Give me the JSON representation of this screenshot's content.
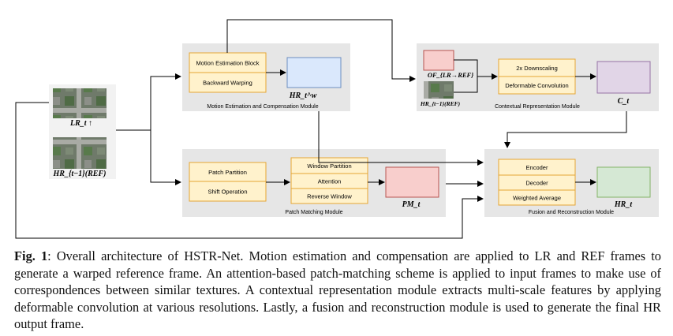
{
  "inputs": {
    "lr_label": "LR_t ↑",
    "hr_ref_label": "HR_{t−1}(REF)"
  },
  "motion_module": {
    "title": "Motion Estimation and Compensation Module",
    "box1": "Motion Estimation Block",
    "box2": "Backward Warping",
    "output": "HR_t^w"
  },
  "context_module": {
    "title": "Contextual Representation Module",
    "of_label": "OF_{LR→REF}",
    "hr_ref_label": "HR_{t−1}(REF)",
    "box1": "2x Downscaling",
    "box2": "Deformable Convolution",
    "output": "C_t"
  },
  "patch_module": {
    "title": "Patch Matching Module",
    "box1": "Patch Partition",
    "box2": "Shift Operation",
    "box3": "Window Partition",
    "box4": "Attention",
    "box5": "Reverse Window",
    "output": "PM_t"
  },
  "fusion_module": {
    "title": "Fusion and Reconstruction Module",
    "box1": "Encoder",
    "box2": "Decoder",
    "box3": "Weighted Average",
    "output": "HR_t"
  },
  "caption": {
    "prefix": "Fig. 1",
    "text": ": Overall architecture of HSTR-Net. Motion estimation and compensation are applied to LR and REF frames to generate a warped reference frame. An attention-based patch-matching scheme is applied to input frames to make use of correspondences between similar textures. A contextual representation module extracts multi-scale features by applying deformable convolution at various resolutions. Lastly, a fusion and reconstruction module is used to generate the final HR output frame."
  },
  "colors": {
    "module_bg": "#e6e6e6",
    "orange_fill": "#fff2cc",
    "orange_stroke": "#e6a534",
    "blue_fill": "#dae8fc",
    "blue_stroke": "#6c8ebf",
    "purple_fill": "#e1d5e7",
    "purple_stroke": "#9673a6",
    "red_fill": "#f8cecc",
    "red_stroke": "#b85450",
    "green_fill": "#d5e8d4",
    "green_stroke": "#82b366"
  }
}
